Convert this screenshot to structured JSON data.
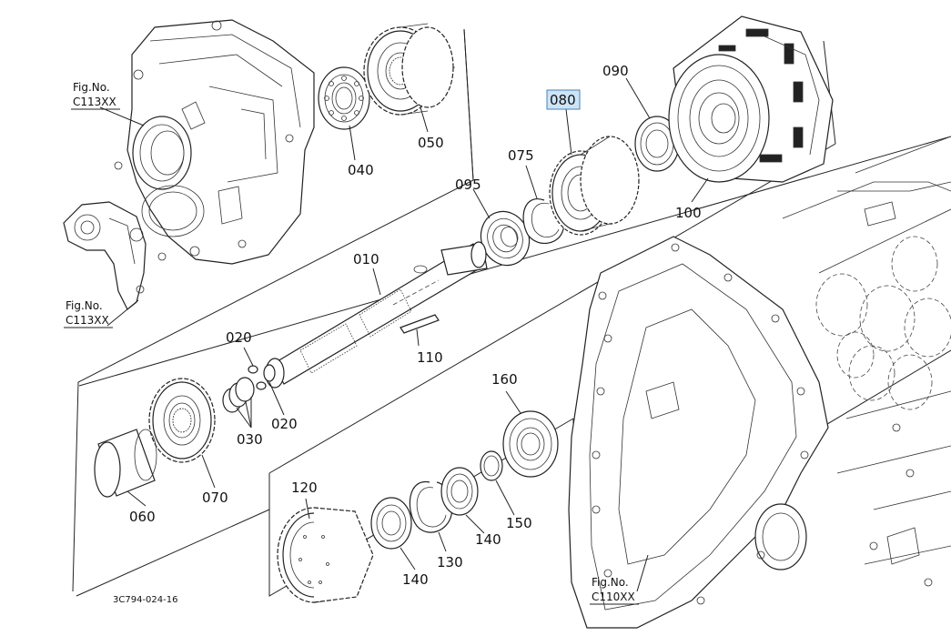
{
  "parts": [
    {
      "id": "010",
      "label": "010"
    },
    {
      "id": "020a",
      "label": "020"
    },
    {
      "id": "020b",
      "label": "020"
    },
    {
      "id": "030",
      "label": "030"
    },
    {
      "id": "040",
      "label": "040"
    },
    {
      "id": "050",
      "label": "050"
    },
    {
      "id": "060",
      "label": "060"
    },
    {
      "id": "070",
      "label": "070"
    },
    {
      "id": "075",
      "label": "075"
    },
    {
      "id": "080",
      "label": "080",
      "highlighted": true
    },
    {
      "id": "090",
      "label": "090"
    },
    {
      "id": "095",
      "label": "095"
    },
    {
      "id": "100",
      "label": "100"
    },
    {
      "id": "110",
      "label": "110"
    },
    {
      "id": "120",
      "label": "120"
    },
    {
      "id": "130",
      "label": "130"
    },
    {
      "id": "140a",
      "label": "140"
    },
    {
      "id": "140b",
      "label": "140"
    },
    {
      "id": "150",
      "label": "150"
    },
    {
      "id": "160",
      "label": "160"
    }
  ],
  "figure_refs": [
    {
      "label": "Fig.No.",
      "code": "C113XX"
    },
    {
      "label": "Fig.No.",
      "code": "C113XX"
    },
    {
      "label": "Fig.No.",
      "code": "C110XX"
    }
  ],
  "doc_id": "3C794-024-16",
  "colors": {
    "highlight_fill": "#cde4f7",
    "highlight_stroke": "#4a7fb5",
    "line": "#222222"
  }
}
